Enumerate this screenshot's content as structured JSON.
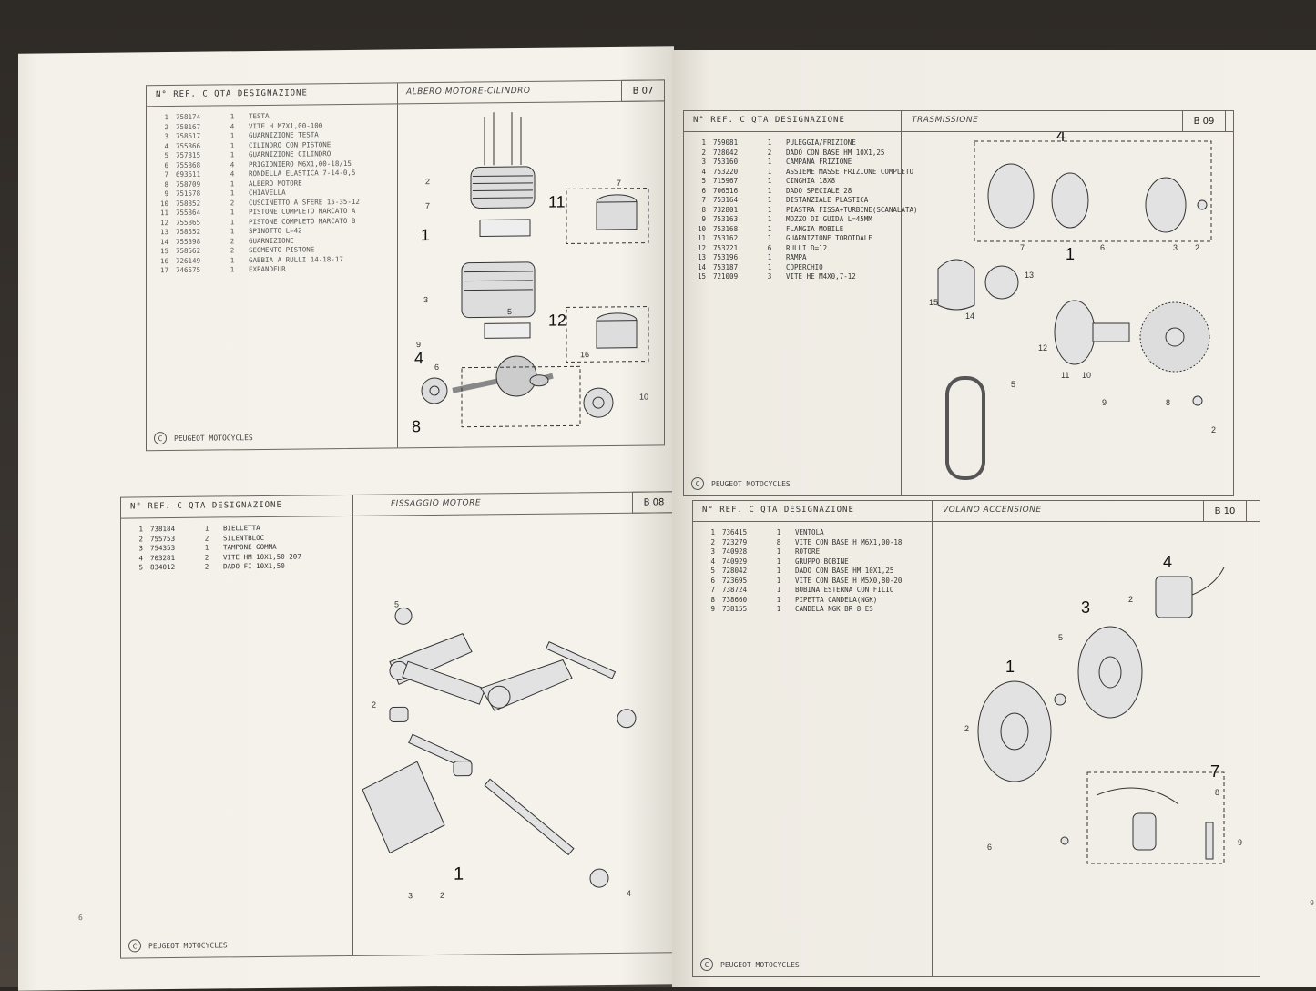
{
  "brand": "PEUGEOT MOTOCYCLES",
  "copyright_symbol": "C",
  "column_header": "N°  REF. C  QTA  DESIGNAZIONE",
  "pages": {
    "b07": {
      "title": "ALBERO MOTORE-CILINDRO",
      "code": "B 07",
      "parts": [
        {
          "n": "1",
          "ref": "758174",
          "qta": "1",
          "desc": "TESTA"
        },
        {
          "n": "2",
          "ref": "758167",
          "qta": "4",
          "desc": "VITE H M7X1,00-100"
        },
        {
          "n": "3",
          "ref": "758617",
          "qta": "1",
          "desc": "GUARNIZIONE TESTA"
        },
        {
          "n": "4",
          "ref": "755866",
          "qta": "1",
          "desc": "CILINDRO CON PISTONE"
        },
        {
          "n": "5",
          "ref": "757815",
          "qta": "1",
          "desc": "GUARNIZIONE CILINDRO"
        },
        {
          "n": "6",
          "ref": "755868",
          "qta": "4",
          "desc": "PRIGIONIERO M6X1,00-18/15"
        },
        {
          "n": "7",
          "ref": "693611",
          "qta": "4",
          "desc": "RONDELLA ELASTICA 7-14-0,5"
        },
        {
          "n": "8",
          "ref": "758709",
          "qta": "1",
          "desc": "ALBERO MOTORE"
        },
        {
          "n": "9",
          "ref": "751578",
          "qta": "1",
          "desc": "CHIAVELLA"
        },
        {
          "n": "10",
          "ref": "758852",
          "qta": "2",
          "desc": "CUSCINETTO A SFERE 15-35-12"
        },
        {
          "n": "11",
          "ref": "755864",
          "qta": "1",
          "desc": "PISTONE COMPLETO MARCATO A"
        },
        {
          "n": "12",
          "ref": "755865",
          "qta": "1",
          "desc": "PISTONE COMPLETO MARCATO B"
        },
        {
          "n": "13",
          "ref": "758552",
          "qta": "1",
          "desc": "SPINOTTO L=42"
        },
        {
          "n": "14",
          "ref": "755398",
          "qta": "2",
          "desc": "GUARNIZIONE"
        },
        {
          "n": "15",
          "ref": "758562",
          "qta": "2",
          "desc": "SEGMENTO PISTONE"
        },
        {
          "n": "16",
          "ref": "726149",
          "qta": "1",
          "desc": "GABBIA A RULLI 14-18-17"
        },
        {
          "n": "17",
          "ref": "746575",
          "qta": "1",
          "desc": "EXPANDEUR"
        }
      ]
    },
    "b09": {
      "title": "TRASMISSIONE",
      "code": "B 09",
      "parts": [
        {
          "n": "1",
          "ref": "759081",
          "qta": "1",
          "desc": "PULEGGIA/FRIZIONE"
        },
        {
          "n": "2",
          "ref": "728042",
          "qta": "2",
          "desc": "DADO CON BASE HM 10X1,25"
        },
        {
          "n": "3",
          "ref": "753160",
          "qta": "1",
          "desc": "CAMPANA FRIZIONE"
        },
        {
          "n": "4",
          "ref": "753220",
          "qta": "1",
          "desc": "ASSIEME MASSE FRIZIONE COMPLETO"
        },
        {
          "n": "5",
          "ref": "715967",
          "qta": "1",
          "desc": "CINGHIA 18X8"
        },
        {
          "n": "6",
          "ref": "706516",
          "qta": "1",
          "desc": "DADO SPECIALE 28"
        },
        {
          "n": "7",
          "ref": "753164",
          "qta": "1",
          "desc": "DISTANZIALE PLASTICA"
        },
        {
          "n": "8",
          "ref": "732801",
          "qta": "1",
          "desc": "PIASTRA FISSA+TURBINE(SCANALATA)"
        },
        {
          "n": "9",
          "ref": "753163",
          "qta": "1",
          "desc": "MOZZO DI GUIDA L=45MM"
        },
        {
          "n": "10",
          "ref": "753168",
          "qta": "1",
          "desc": "FLANGIA MOBILE"
        },
        {
          "n": "11",
          "ref": "753162",
          "qta": "1",
          "desc": "GUARNIZIONE TOROIDALE"
        },
        {
          "n": "12",
          "ref": "753221",
          "qta": "6",
          "desc": "RULLI D=12"
        },
        {
          "n": "13",
          "ref": "753196",
          "qta": "1",
          "desc": "RAMPA"
        },
        {
          "n": "14",
          "ref": "753187",
          "qta": "1",
          "desc": "COPERCHIO"
        },
        {
          "n": "15",
          "ref": "721009",
          "qta": "3",
          "desc": "VITE HE M4X0,7-12"
        }
      ]
    },
    "b08": {
      "title": "FISSAGGIO MOTORE",
      "code": "B 08",
      "parts": [
        {
          "n": "1",
          "ref": "738184",
          "qta": "1",
          "desc": "BIELLETTA"
        },
        {
          "n": "2",
          "ref": "755753",
          "qta": "2",
          "desc": "SILENTBLOC"
        },
        {
          "n": "3",
          "ref": "754353",
          "qta": "1",
          "desc": "TAMPONE GOMMA"
        },
        {
          "n": "4",
          "ref": "703281",
          "qta": "2",
          "desc": "VITE HM 10X1,50-207"
        },
        {
          "n": "5",
          "ref": "834012",
          "qta": "2",
          "desc": "DADO FI 10X1,50"
        }
      ]
    },
    "b10": {
      "title": "VOLANO ACCENSIONE",
      "code": "B 10",
      "parts": [
        {
          "n": "1",
          "ref": "736415",
          "qta": "1",
          "desc": "VENTOLA"
        },
        {
          "n": "2",
          "ref": "723279",
          "qta": "8",
          "desc": "VITE CON BASE H M6X1,00-18"
        },
        {
          "n": "3",
          "ref": "740928",
          "qta": "1",
          "desc": "ROTORE"
        },
        {
          "n": "4",
          "ref": "740929",
          "qta": "1",
          "desc": "GRUPPO BOBINE"
        },
        {
          "n": "5",
          "ref": "728042",
          "qta": "1",
          "desc": "DADO CON BASE HM 10X1,25"
        },
        {
          "n": "6",
          "ref": "723695",
          "qta": "1",
          "desc": "VITE CON BASE H M5X0,80-20"
        },
        {
          "n": "7",
          "ref": "738724",
          "qta": "1",
          "desc": "BOBINA ESTERNA CON FILIO"
        },
        {
          "n": "8",
          "ref": "738660",
          "qta": "1",
          "desc": "PIPETTA CANDELA(NGK)"
        },
        {
          "n": "9",
          "ref": "738155",
          "qta": "1",
          "desc": "CANDELA NGK BR 8 ES"
        }
      ]
    }
  },
  "page_numbers": {
    "left_bottom": "6",
    "right_bottom": "9"
  }
}
